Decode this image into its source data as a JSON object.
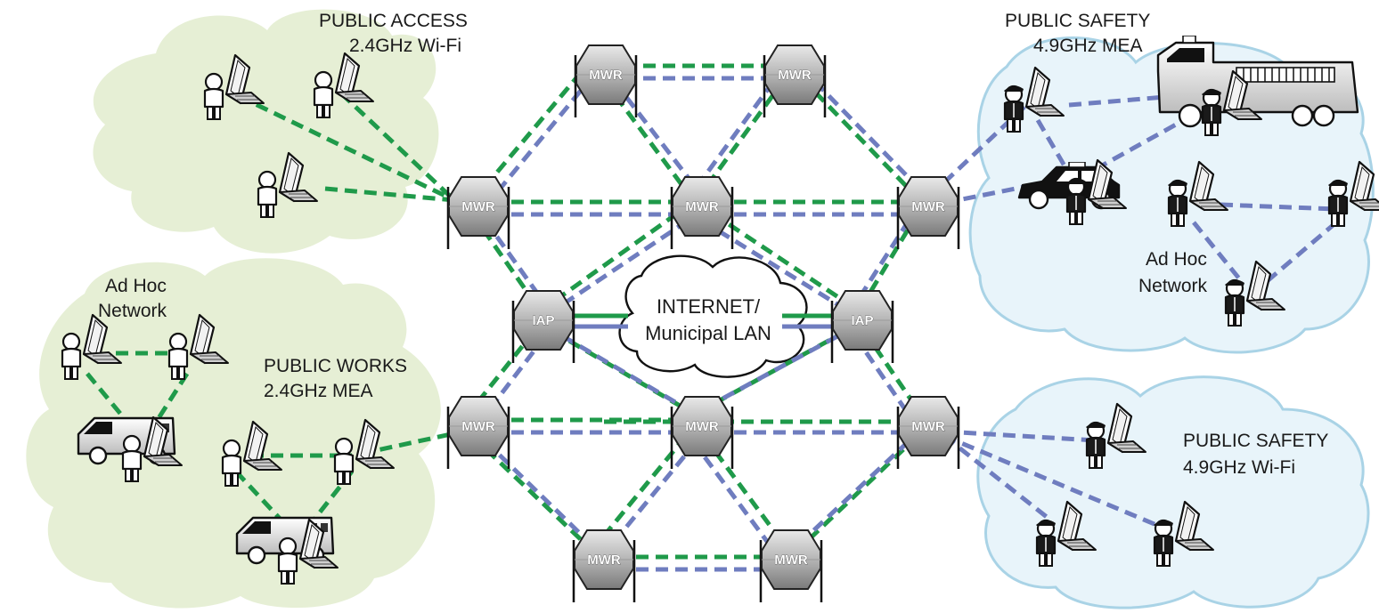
{
  "colors": {
    "green_link": "#1f9a4a",
    "blue_link": "#6f7dbf",
    "green_cloud": "#e6efd5",
    "blue_cloud": "#e8f4fa",
    "blue_cloud_edge": "#a9d3e6"
  },
  "labels": {
    "public_access_1": "PUBLIC ACCESS",
    "public_access_2": "2.4GHz Wi-Fi",
    "public_safety_mea_1": "PUBLIC SAFETY",
    "public_safety_mea_2": "4.9GHz MEA",
    "adhoc_left_1": "Ad Hoc",
    "adhoc_left_2": "Network",
    "public_works_1": "PUBLIC WORKS",
    "public_works_2": "2.4GHz MEA",
    "adhoc_right_1": "Ad Hoc",
    "adhoc_right_2": "Network",
    "public_safety_wifi_1": "PUBLIC SAFETY",
    "public_safety_wifi_2": "4.9GHz Wi-Fi",
    "internet_1": "INTERNET/",
    "internet_2": "Municipal LAN"
  },
  "nodes": {
    "mwr": "MWR",
    "iap": "IAP"
  },
  "icons": {
    "router": "router-hexagon-icon",
    "laptop_user": "laptop-user-icon",
    "laptop_officer": "laptop-officer-icon",
    "van": "van-icon",
    "fire_truck": "fire-truck-icon",
    "police_car": "police-car-icon",
    "cloud": "cloud-icon"
  }
}
